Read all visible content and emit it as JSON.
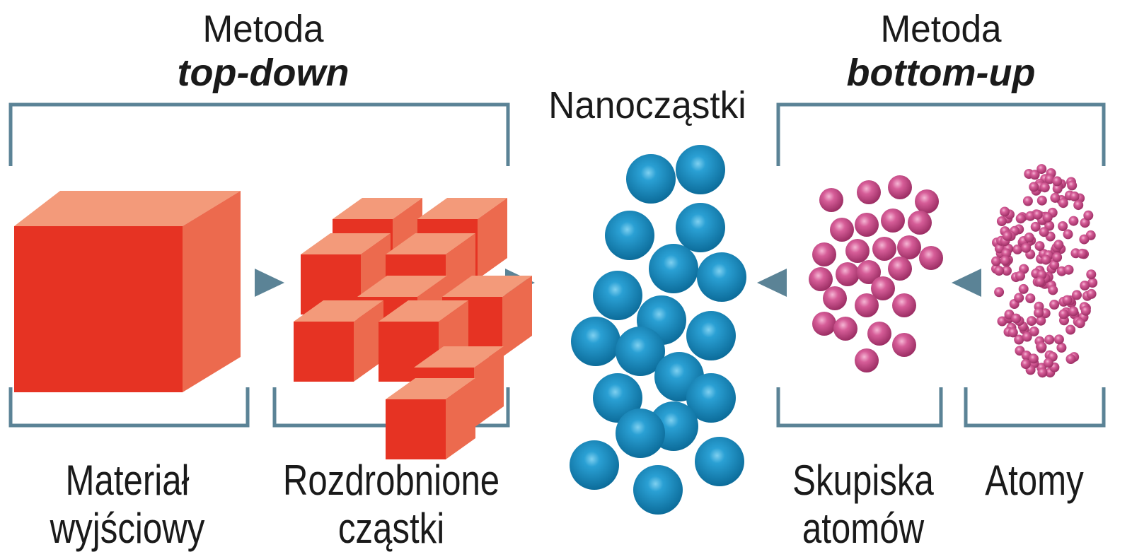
{
  "left_method": {
    "line1": "Metoda",
    "line2": "top-down"
  },
  "right_method": {
    "line1": "Metoda",
    "line2": "bottom-up"
  },
  "center_title": "Nanocząstki",
  "labels": {
    "starting_material": {
      "line1": "Materiał",
      "line2": "wyjściowy"
    },
    "fragmented": {
      "line1": "Rozdrobnione",
      "line2": "cząstki"
    },
    "clusters": {
      "line1": "Skupiska",
      "line2": "atomów"
    },
    "atoms": "Atomy"
  },
  "colors": {
    "bracket": "#5b8396",
    "cube_front": "#e63323",
    "cube_top": "#f39a7a",
    "cube_side": "#ec6a4e",
    "nano": "#1a8cc0",
    "cluster": "#d0508c"
  }
}
